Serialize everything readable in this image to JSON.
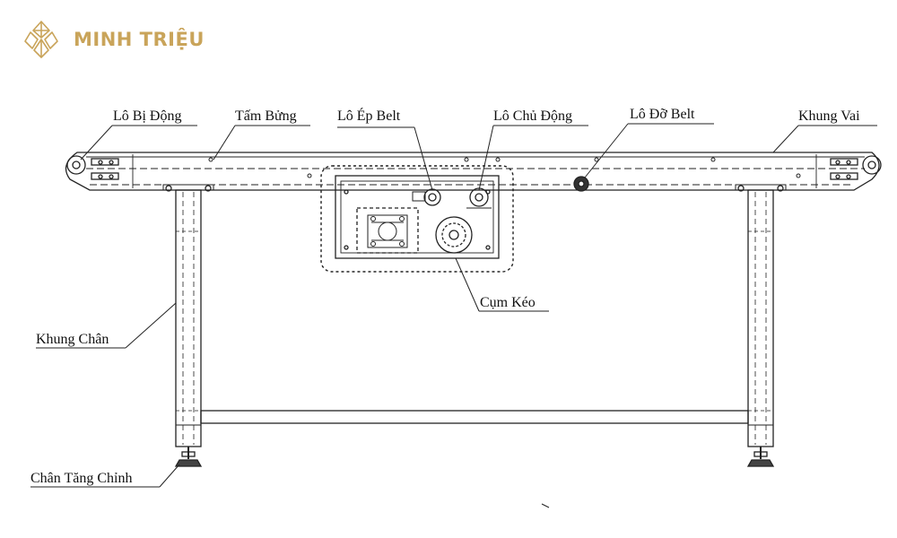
{
  "brand": {
    "name": "MINH TRIỆU",
    "icon": "crystal-logo-icon",
    "color": "#C9A45A"
  },
  "labels": {
    "lo_bi_dong": "Lô Bị Động",
    "tam_bung": "Tấm Bửng",
    "lo_ep_belt": "Lô Ép Belt",
    "lo_chu_dong": "Lô Chủ Động",
    "lo_do_belt": "Lô Đỡ Belt",
    "khung_vai": "Khung Vai",
    "cum_keo": "Cụm Kéo",
    "khung_chan": "Khung Chân",
    "chan_tang_chinh": "Chân Tăng Chỉnh"
  }
}
